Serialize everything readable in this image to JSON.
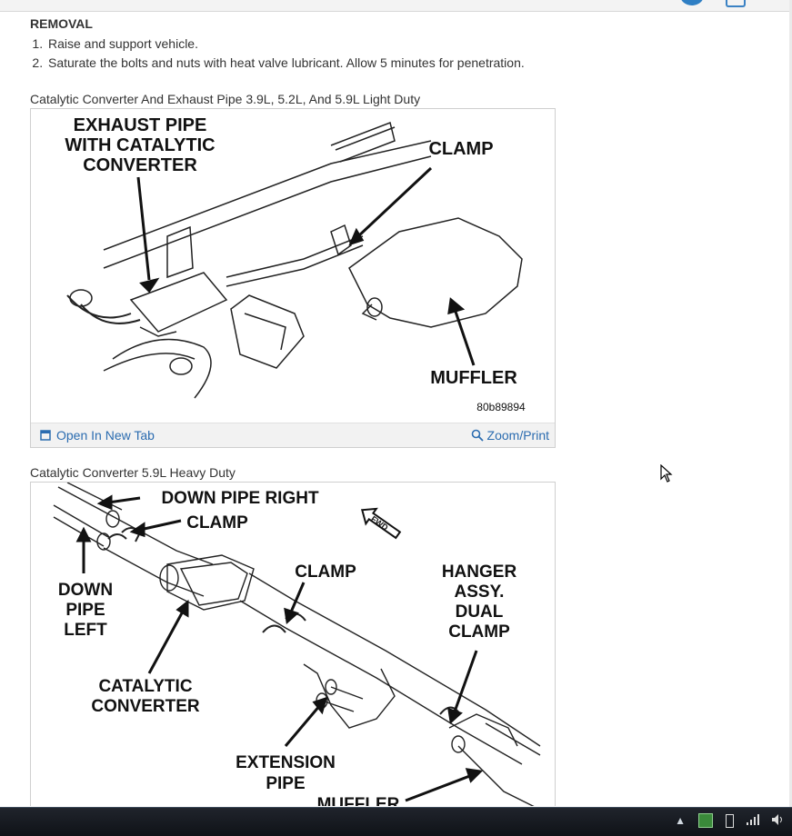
{
  "removal": {
    "heading": "REMOVAL",
    "steps": [
      "Raise and support vehicle.",
      "Saturate the bolts and nuts with heat valve lubricant. Allow 5 minutes for penetration."
    ]
  },
  "figure1": {
    "caption": "Catalytic Converter And Exhaust Pipe 3.9L, 5.2L, And 5.9L Light Duty",
    "labels": {
      "exhaust_line1": "EXHAUST PIPE",
      "exhaust_line2": "WITH CATALYTIC",
      "exhaust_line3": "CONVERTER",
      "clamp": "CLAMP",
      "muffler": "MUFFLER",
      "code": "80b89894"
    },
    "open_tab_label": "Open In New Tab",
    "zoom_label": "Zoom/Print"
  },
  "figure2": {
    "caption": "Catalytic Converter 5.9L Heavy Duty",
    "labels": {
      "down_pipe_right": "DOWN PIPE RIGHT",
      "clamp_top": "CLAMP",
      "down_line1": "DOWN",
      "down_line2": "PIPE",
      "down_line3": "LEFT",
      "clamp_mid": "CLAMP",
      "hanger_line1": "HANGER",
      "hanger_line2": "ASSY.",
      "hanger_line3": "DUAL",
      "hanger_line4": "CLAMP",
      "cat_line1": "CATALYTIC",
      "cat_line2": "CONVERTER",
      "ext_line1": "EXTENSION",
      "ext_line2": "PIPE",
      "muffler": "MUFFLER",
      "fwd": "FWD"
    }
  },
  "colors": {
    "link": "#2b6cb0",
    "accent": "#2f7fc4"
  }
}
